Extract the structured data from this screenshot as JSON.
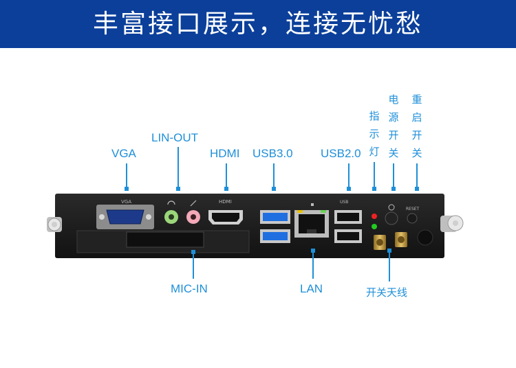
{
  "banner": {
    "title": "丰富接口展示，连接无忧愁"
  },
  "labels": {
    "vga": "VGA",
    "lin_out": "LIN-OUT",
    "hdmi": "HDMI",
    "usb30": "USB3.0",
    "usb20": "USB2.0",
    "indicator": "指示灯",
    "power_switch": "电源开关",
    "reset_switch": "重启开关",
    "mic_in": "MIC-IN",
    "lan": "LAN",
    "antenna": "开关天线"
  },
  "panel_markings": {
    "vga": "VGA",
    "hdmi": "HDMI",
    "usb": "USB",
    "reset": "RESET"
  },
  "colors": {
    "banner": "#0b3f9a",
    "label": "#1e8fd8",
    "chassis": "#1a1a1a",
    "usb3_blue": "#1f6fe0",
    "audio_green": "#9bd67a",
    "audio_pink": "#f3a9b8",
    "antenna_gold": "#c9a24a"
  }
}
